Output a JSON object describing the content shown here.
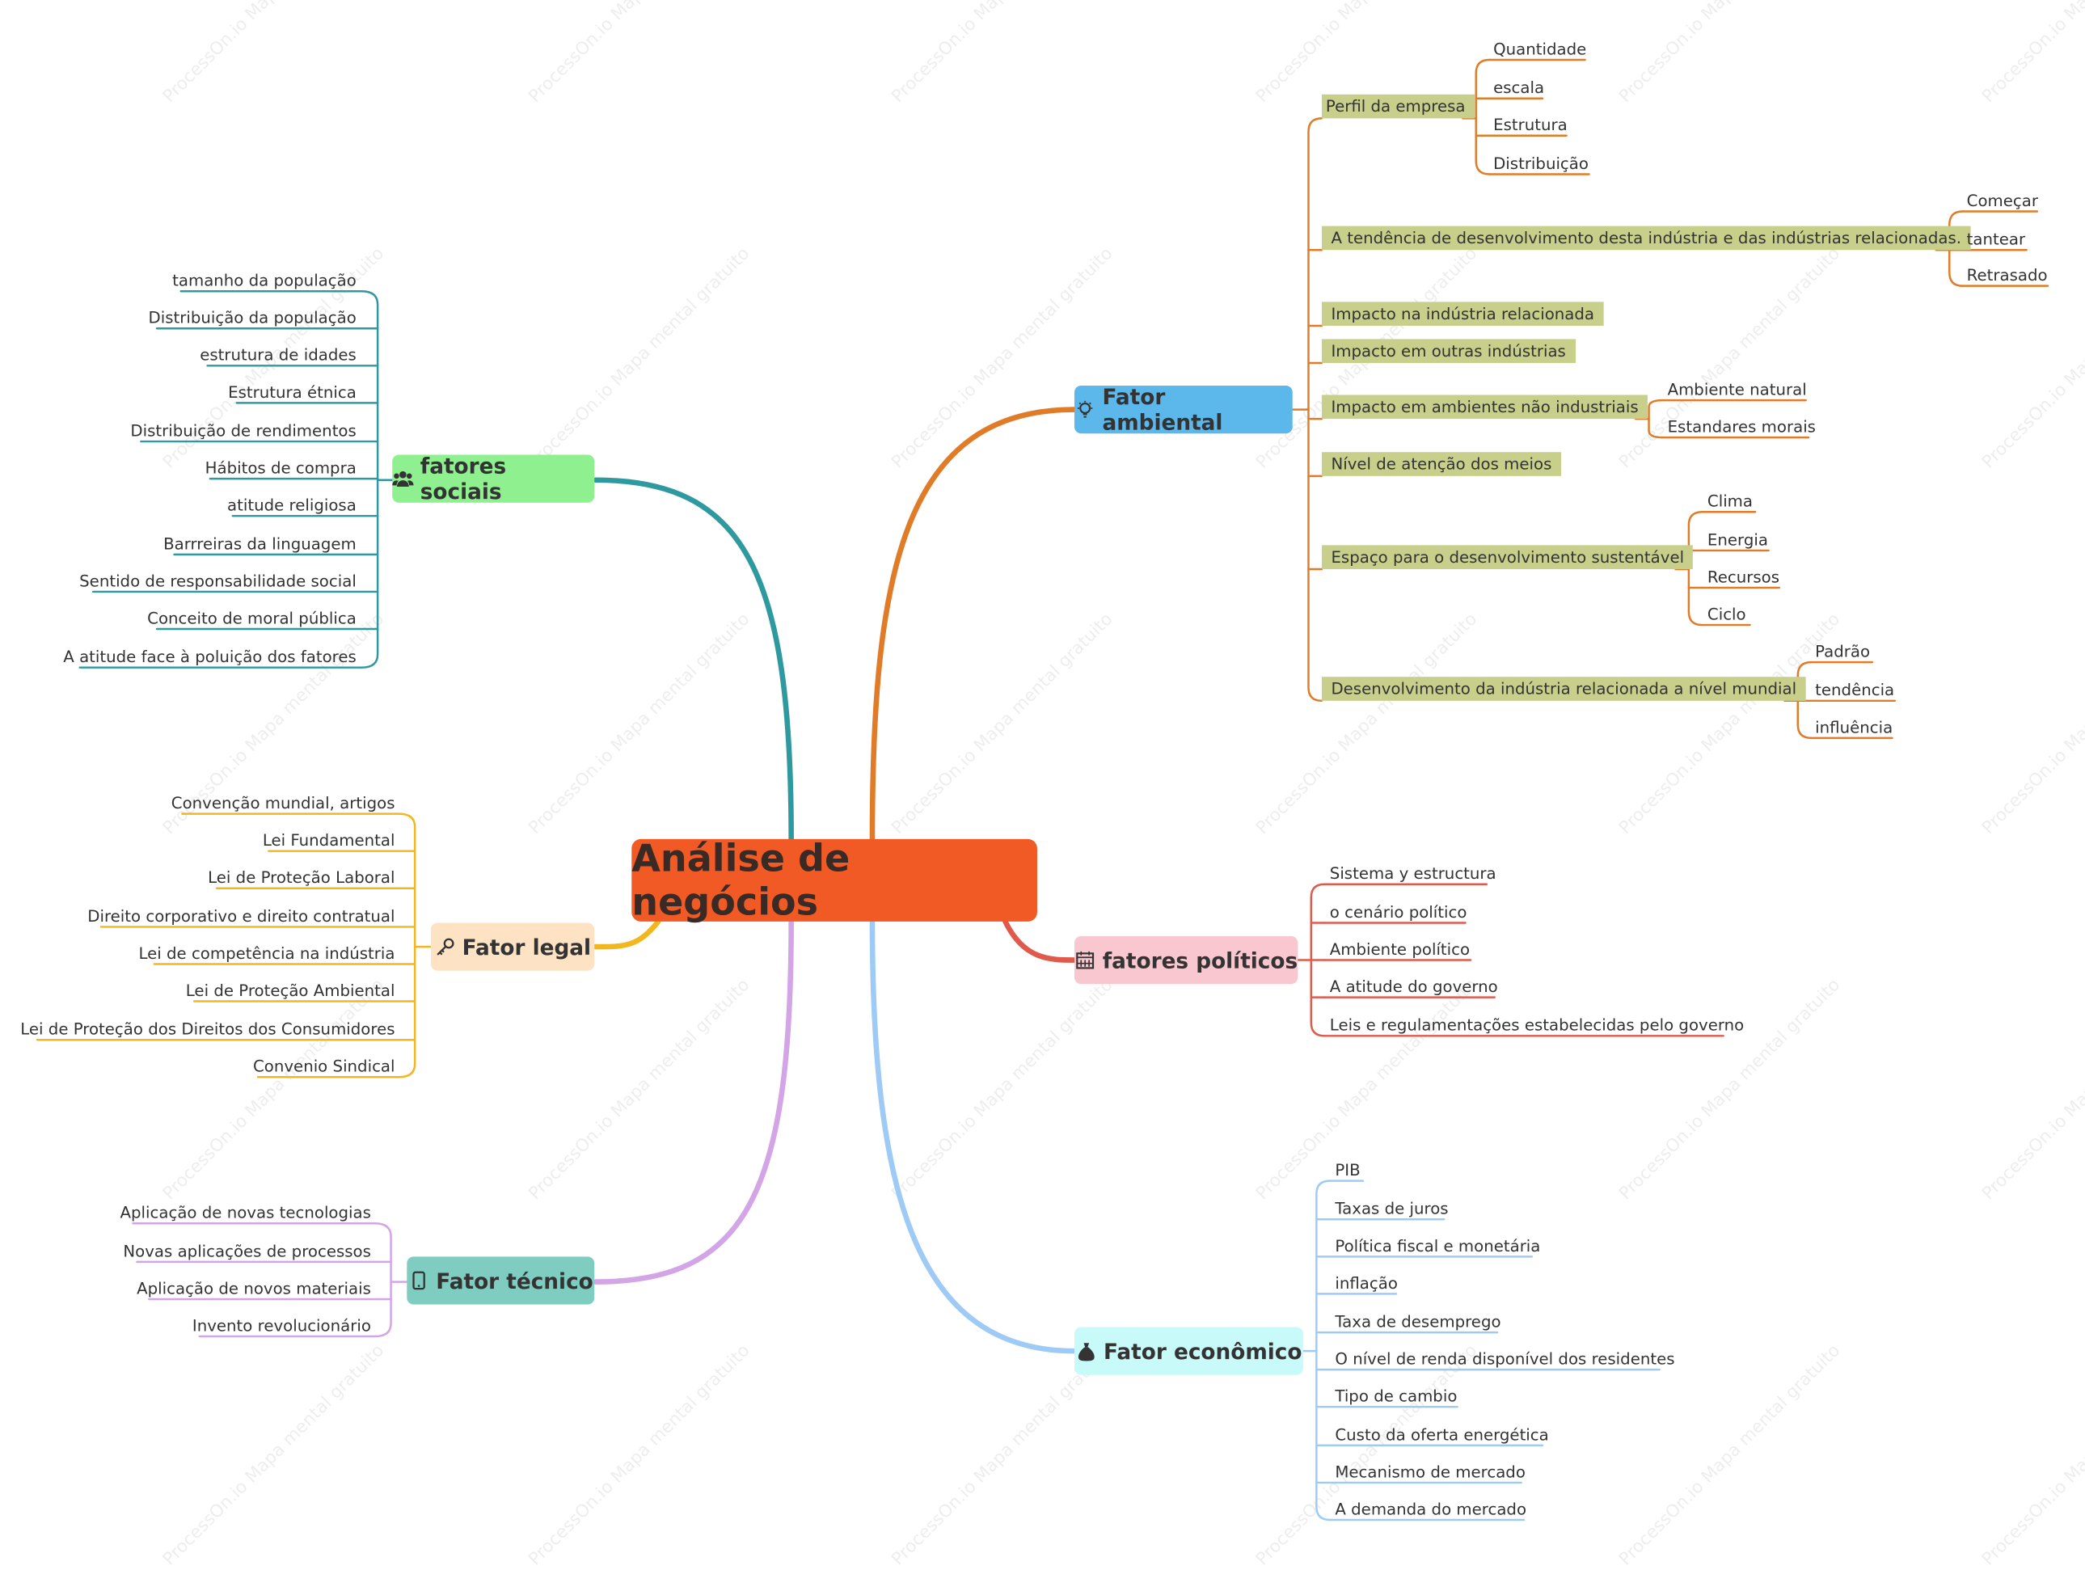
{
  "title": "Análise de negócios",
  "watermark": "ProcessOn.io Mapa mental gratuito",
  "colors": {
    "center": "#f15a24",
    "ambiental": "#e07b27",
    "sociais": "#2e9aa0",
    "legal": "#f2b71f",
    "tecnico": "#d3a4e6",
    "politicos": "#e05a4b",
    "economico": "#9ecbf5"
  },
  "branches": {
    "ambiental": {
      "label": "Fator ambiental",
      "icon": "lightbulb-icon",
      "children": [
        {
          "label": "Perfil da empresa",
          "children": [
            "Quantidade",
            "escala",
            "Estrutura",
            "Distribuição"
          ]
        },
        {
          "label": "A tendência de desenvolvimento desta indústria e das indústrias relacionadas.",
          "children": [
            "Começar",
            "tantear",
            "Retrasado"
          ]
        },
        {
          "label": "Impacto na indústria relacionada",
          "children": []
        },
        {
          "label": "Impacto em outras indústrias",
          "children": []
        },
        {
          "label": "Impacto em ambientes não industriais",
          "children": [
            "Ambiente natural",
            "Estandares morais"
          ]
        },
        {
          "label": "Nível de atenção dos meios",
          "children": []
        },
        {
          "label": "Espaço para o desenvolvimento sustentável",
          "children": [
            "Clima",
            "Energia",
            "Recursos",
            "Ciclo"
          ]
        },
        {
          "label": "Desenvolvimento da indústria relacionada a nível mundial",
          "children": [
            "Padrão",
            "tendência",
            "influência"
          ]
        }
      ]
    },
    "sociais": {
      "label": "fatores sociais",
      "icon": "users-icon",
      "children": [
        "tamanho da população",
        "Distribuição da população",
        "estrutura de idades",
        "Estrutura étnica",
        "Distribuição de rendimentos",
        "Hábitos de compra",
        "atitude religiosa",
        "Barrreiras da linguagem",
        "Sentido de responsabilidade social",
        "Conceito de moral pública",
        "A atitude face à poluição dos fatores"
      ]
    },
    "legal": {
      "label": "Fator legal",
      "icon": "key-icon",
      "children": [
        "Convenção mundial, artigos",
        "Lei Fundamental",
        "Lei de Proteção Laboral",
        "Direito corporativo e direito contratual",
        "Lei de competência na indústria",
        "Lei de Proteção Ambiental",
        "Lei de Proteção dos Direitos dos Consumidores",
        "Convenio Sindical"
      ]
    },
    "tecnico": {
      "label": "Fator técnico",
      "icon": "mobile-icon",
      "children": [
        "Aplicação de novas tecnologias",
        "Novas aplicações de processos",
        "Aplicação de novos materiais",
        "Invento revolucionário"
      ]
    },
    "politicos": {
      "label": "fatores políticos",
      "icon": "calendar-icon",
      "children": [
        "Sistema y estructura",
        "o cenário político",
        "Ambiente político",
        "A atitude do governo",
        "Leis e regulamentações estabelecidas pelo governo"
      ]
    },
    "economico": {
      "label": "Fator econômico",
      "icon": "money-bag-icon",
      "children": [
        "PIB",
        "Taxas de juros",
        "Política fiscal e monetária",
        "inflação",
        "Taxa de desemprego",
        "O nível de renda disponível dos residentes",
        "Tipo de cambio",
        "Custo da oferta energética",
        "Mecanismo de mercado",
        "A demanda do mercado"
      ]
    }
  }
}
